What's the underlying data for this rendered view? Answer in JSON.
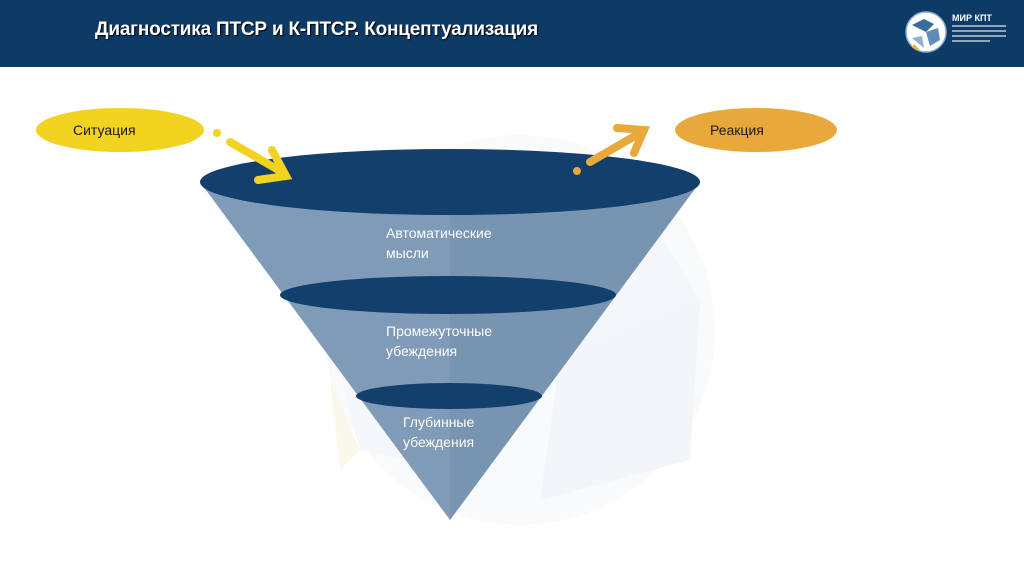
{
  "header": {
    "title": "Диагностика ПТСР и К-ПТСР. Концептуализация",
    "logo_name": "МИР КПТ"
  },
  "diagram": {
    "situation_label": "Ситуация",
    "reaction_label": "Реакция",
    "levels": [
      {
        "line1": "Автоматические",
        "line2": "мысли"
      },
      {
        "line1": "Промежуточные",
        "line2": "убеждения"
      },
      {
        "line1": "Глубинные",
        "line2": "убеждения"
      }
    ]
  },
  "colors": {
    "header_bg": "#0e3a66",
    "funnel_dark": "#123f6b",
    "funnel_light": "#7f9bb7",
    "situation": "#f1d320",
    "reaction": "#e9a83b"
  }
}
